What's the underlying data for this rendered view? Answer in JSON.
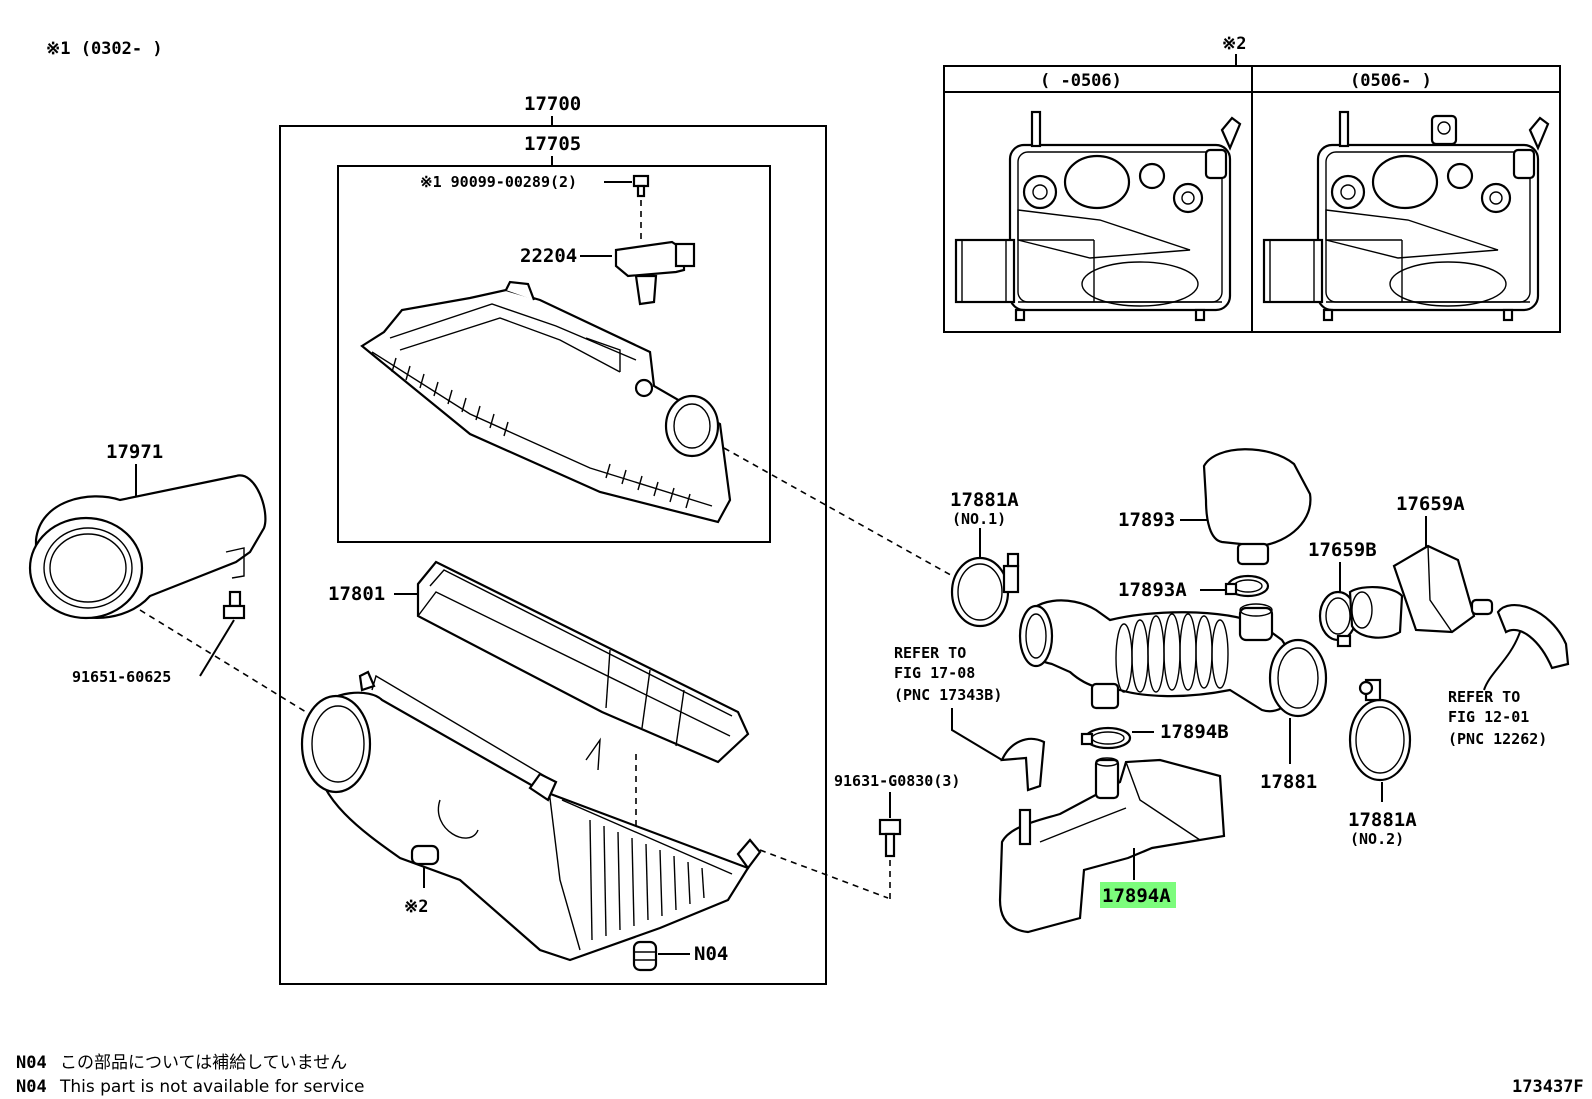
{
  "header": {
    "note_1": "※1 (0302-      )"
  },
  "inset": {
    "marker": "※2",
    "left_range": "(      -0506)",
    "right_range": "(0506-      )"
  },
  "labels": {
    "p17700": "17700",
    "p17705": "17705",
    "p90099": "※1 90099-00289(2)",
    "p22204": "22204",
    "p17971": "17971",
    "p91651": "91651-60625",
    "p17801": "17801",
    "mark2": "※2",
    "n04": "N04",
    "p91631": "91631-G0830(3)",
    "p17881a_1": "17881A",
    "p17881a_1_sub": "(NO.1)",
    "p17893": "17893",
    "p17893a": "17893A",
    "p17659b": "17659B",
    "p17659a": "17659A",
    "p17894b": "17894B",
    "p17881": "17881",
    "p17881a_2": "17881A",
    "p17881a_2_sub": "(NO.2)",
    "p17894a": "17894A"
  },
  "refs": {
    "ref_left_1": "REFER TO",
    "ref_left_2": "FIG 17-08",
    "ref_left_3": "(PNC 17343B)",
    "ref_right_1": "REFER TO",
    "ref_right_2": "FIG 12-01",
    "ref_right_3": "(PNC 12262)"
  },
  "footer": {
    "code_1": "N04",
    "note_jp": "この部品については補給していません",
    "code_2": "N04",
    "note_en": "This part is not available for service",
    "figure_id": "173437F"
  },
  "highlight": {
    "color": "#7CFC7C",
    "part": "17894A"
  }
}
